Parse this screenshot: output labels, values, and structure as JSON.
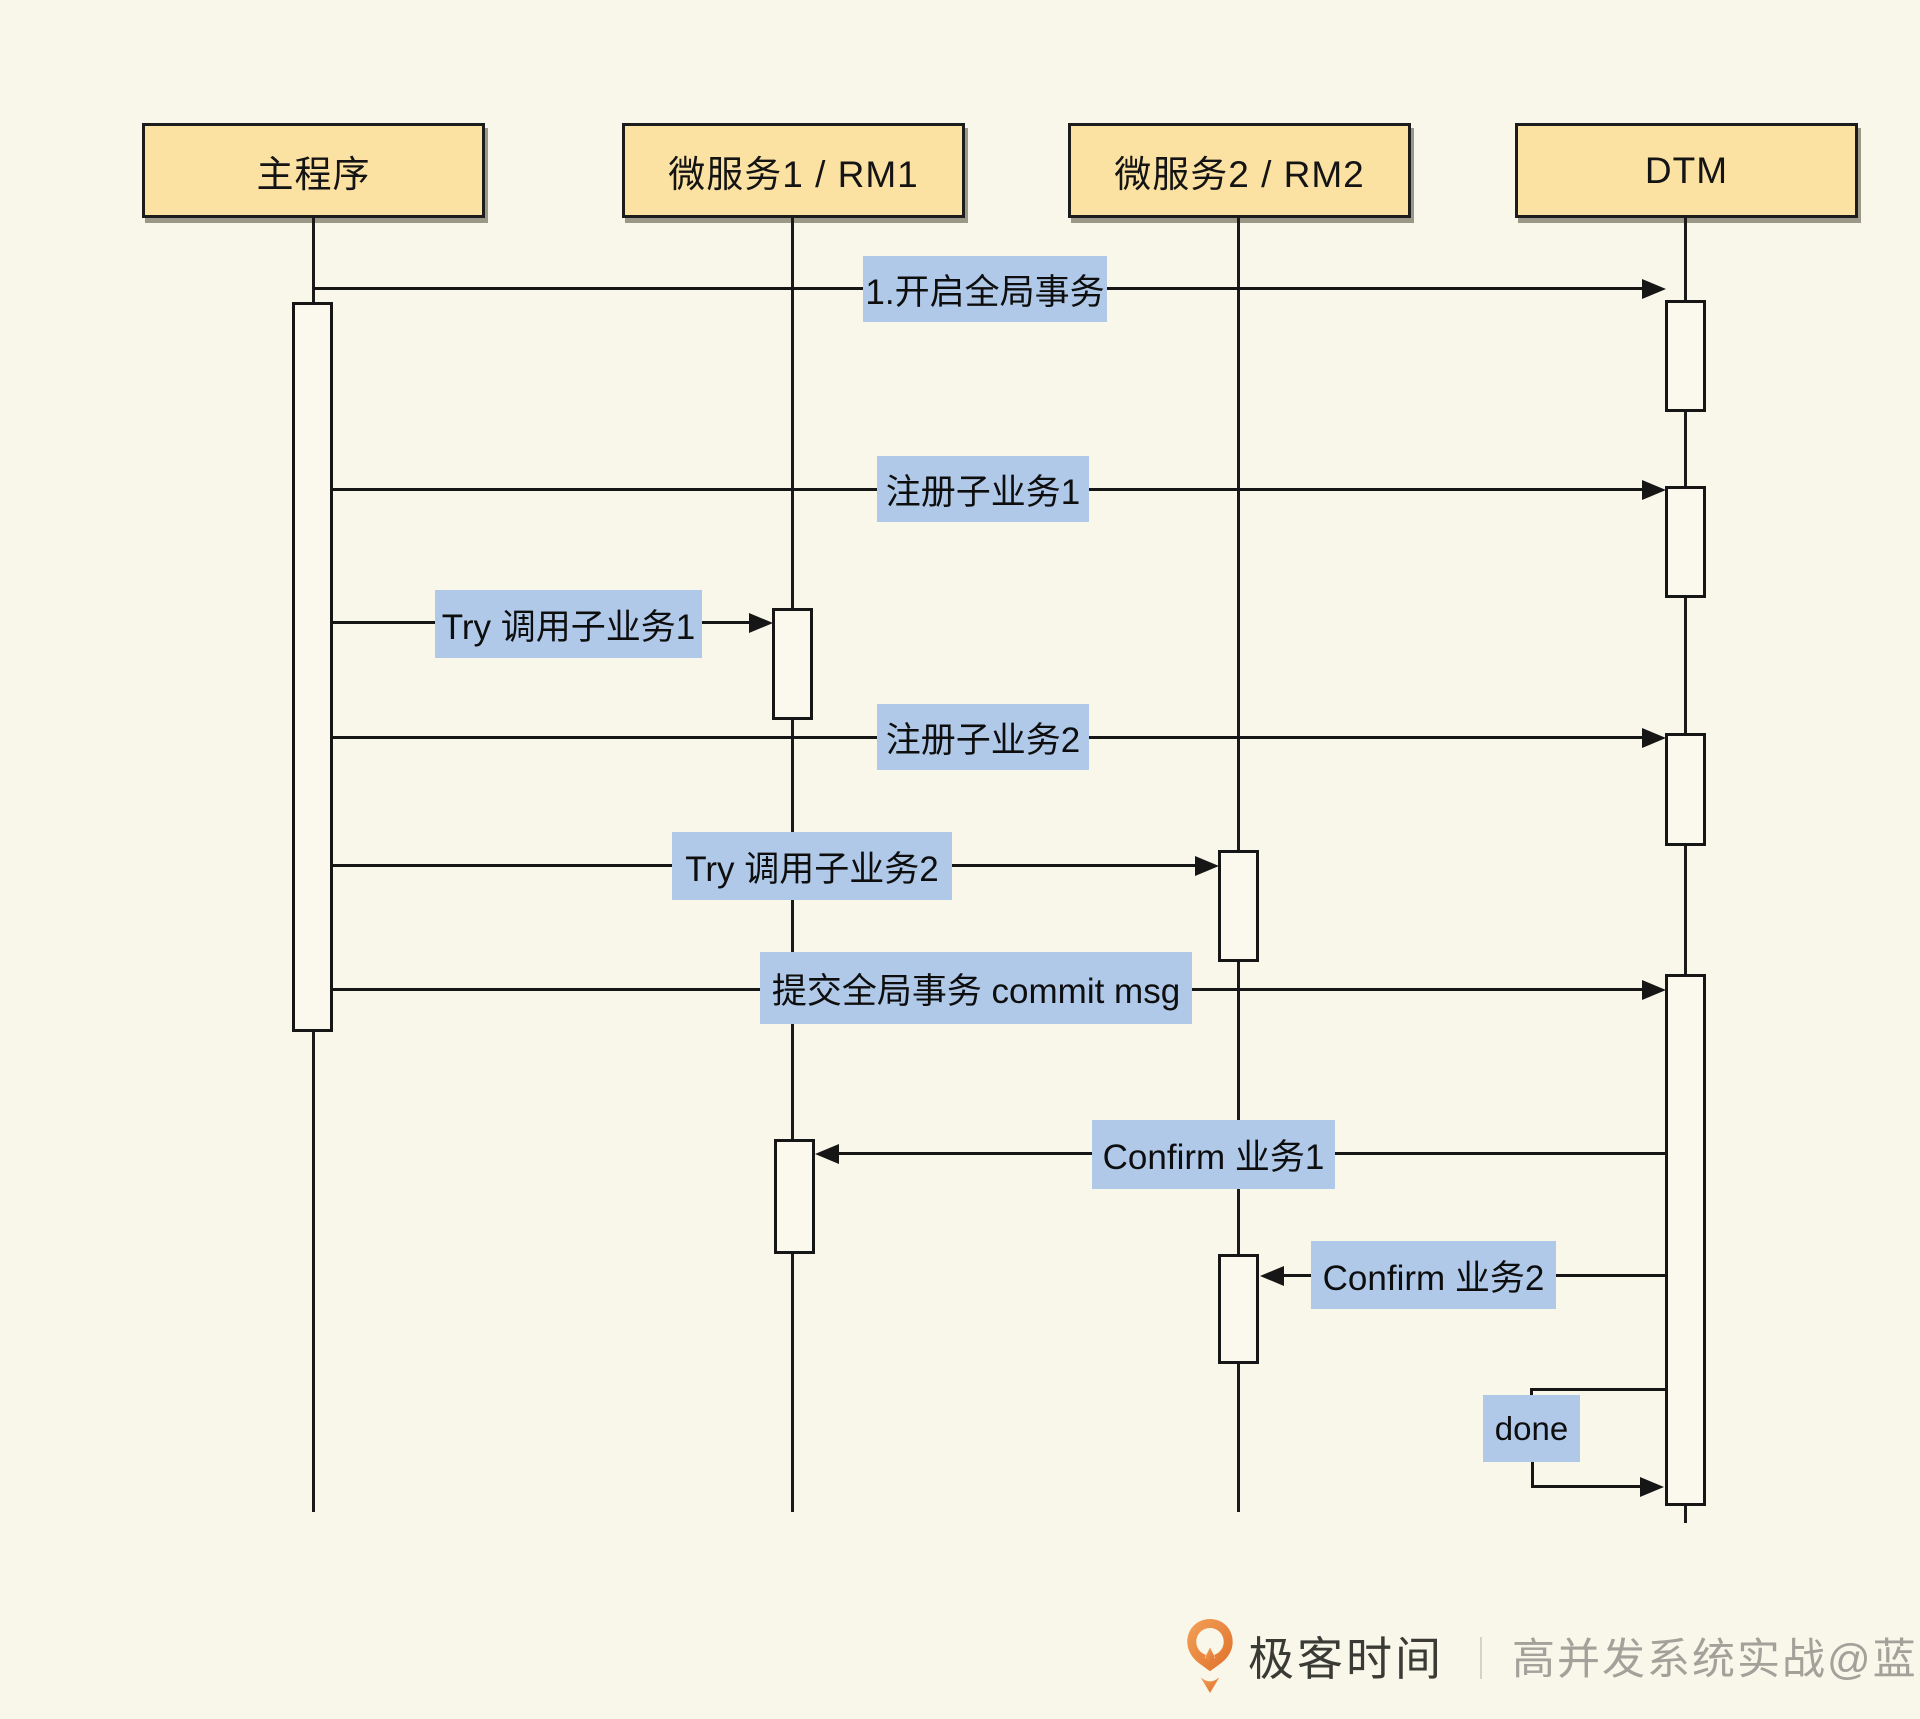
{
  "diagram": {
    "type": "sequence-diagram",
    "actors": [
      {
        "label": "主程序"
      },
      {
        "label": "微服务1 / RM1"
      },
      {
        "label": "微服务2 / RM2"
      },
      {
        "label": "DTM"
      }
    ],
    "messages": [
      {
        "label": "1.开启全局事务",
        "from": "主程序",
        "to": "DTM",
        "direction": "right"
      },
      {
        "label": "注册子业务1",
        "from": "主程序",
        "to": "DTM",
        "direction": "right"
      },
      {
        "label": "Try 调用子业务1",
        "from": "主程序",
        "to": "微服务1 / RM1",
        "direction": "right"
      },
      {
        "label": "注册子业务2",
        "from": "主程序",
        "to": "DTM",
        "direction": "right"
      },
      {
        "label": "Try 调用子业务2",
        "from": "主程序",
        "to": "微服务2 / RM2",
        "direction": "right"
      },
      {
        "label": "提交全局事务 commit msg",
        "from": "主程序",
        "to": "DTM",
        "direction": "right"
      },
      {
        "label": "Confirm 业务1",
        "from": "DTM",
        "to": "微服务1 / RM1",
        "direction": "left"
      },
      {
        "label": "Confirm 业务2",
        "from": "DTM",
        "to": "微服务2 / RM2",
        "direction": "left"
      },
      {
        "label": "done",
        "from": "DTM",
        "to": "DTM",
        "direction": "self"
      }
    ]
  },
  "footer": {
    "brand": "极客时间",
    "divider": "｜",
    "credit": "高并发系统实战@蓝天"
  },
  "colors": {
    "background": "#f9f7ea",
    "actor_fill": "#fbe2a3",
    "actor_border": "#1c1c1c",
    "message_label_fill": "#b0c9e9",
    "line": "#161616",
    "logo_orange": "#e9863d",
    "brand_text": "#3b3b36",
    "credit_text": "#a2a19a"
  }
}
